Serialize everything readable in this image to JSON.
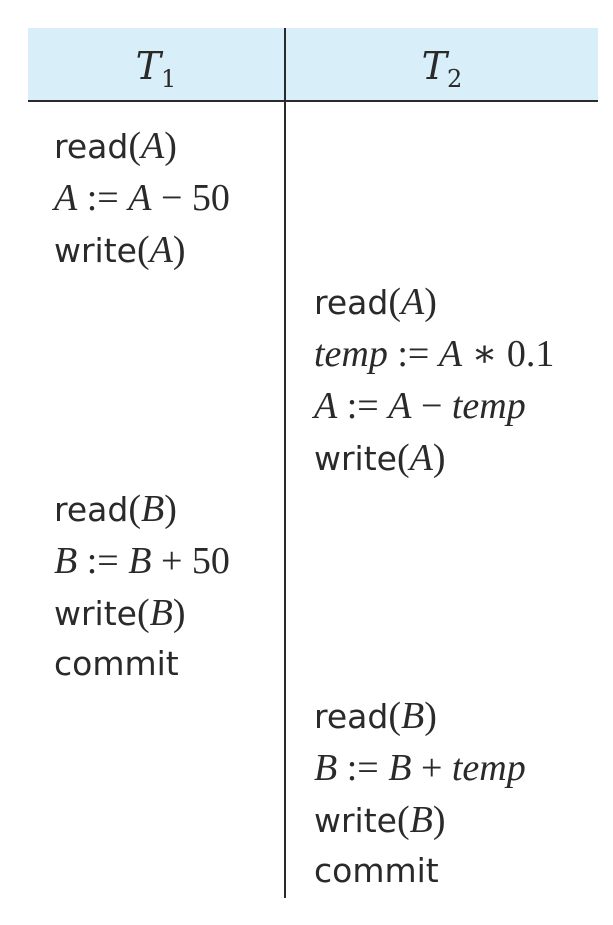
{
  "header": {
    "t1_symbol": "T",
    "t1_subscript": "1",
    "t2_symbol": "T",
    "t2_subscript": "2"
  },
  "t1_steps": [
    {
      "op": "read",
      "var": "A"
    },
    {
      "lhs": "A",
      "assign": " := ",
      "rhs_var": "A",
      "operator": " − ",
      "operand": "50"
    },
    {
      "op": "write",
      "var": "A"
    },
    {
      "op": "read",
      "var": "B"
    },
    {
      "lhs": "B",
      "assign": " := ",
      "rhs_var": "B",
      "operator": " + ",
      "operand": "50"
    },
    {
      "op": "write",
      "var": "B"
    },
    {
      "op": "commit"
    }
  ],
  "t2_steps": [
    {
      "op": "read",
      "var": "A"
    },
    {
      "lhs": "temp",
      "assign": " := ",
      "rhs_var": "A",
      "operator": " ∗ ",
      "operand": "0.1"
    },
    {
      "lhs": "A",
      "assign": " := ",
      "rhs_var": "A",
      "operator": " − ",
      "operand": "temp"
    },
    {
      "op": "write",
      "var": "A"
    },
    {
      "op": "read",
      "var": "B"
    },
    {
      "lhs": "B",
      "assign": " := ",
      "rhs_var": "B",
      "operator": " + ",
      "operand": "temp"
    },
    {
      "op": "write",
      "var": "B"
    },
    {
      "op": "commit"
    }
  ],
  "punct": {
    "open": "(",
    "close": ")"
  }
}
